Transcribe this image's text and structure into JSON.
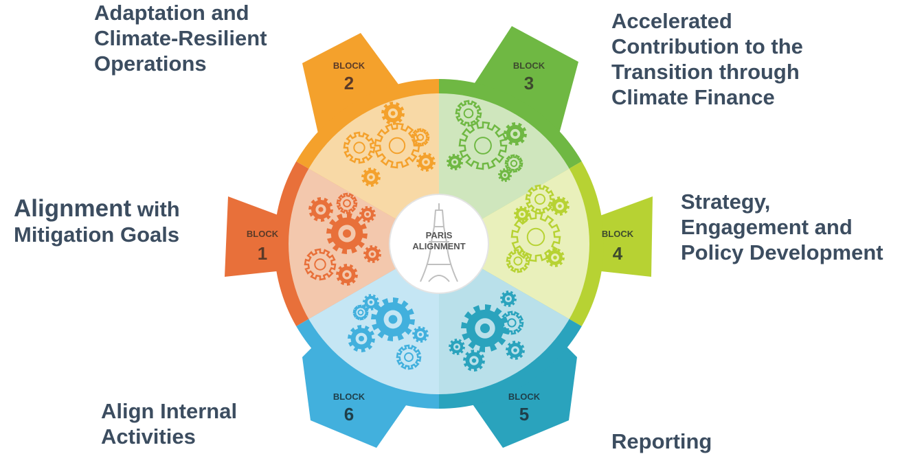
{
  "center": {
    "line1": "PARIS",
    "line2": "ALIGNMENT"
  },
  "block_word": "BLOCK",
  "blocks": [
    {
      "number": "1",
      "color": "#e8703a",
      "light": "#f3c8ad",
      "caption_lead": "Alignment",
      "caption": [
        "with",
        "Mitigation Goals"
      ]
    },
    {
      "number": "2",
      "color": "#f4a12c",
      "light": "#f8d9a6",
      "caption": [
        "Adaptation and",
        "Climate-Resilient",
        "Operations"
      ]
    },
    {
      "number": "3",
      "color": "#6fb843",
      "light": "#cfe6bd",
      "caption": [
        "Accelerated",
        "Contribution to the",
        "Transition through",
        "Climate Finance"
      ]
    },
    {
      "number": "4",
      "color": "#b7d233",
      "light": "#e9f0bb",
      "caption": [
        "Strategy,",
        "Engagement and",
        "Policy Development"
      ]
    },
    {
      "number": "5",
      "color": "#2aa3bd",
      "light": "#b9e0ea",
      "caption": [
        "Reporting"
      ]
    },
    {
      "number": "6",
      "color": "#42b0dd",
      "light": "#c5e6f4",
      "caption": [
        "Align Internal",
        "Activities"
      ]
    }
  ]
}
